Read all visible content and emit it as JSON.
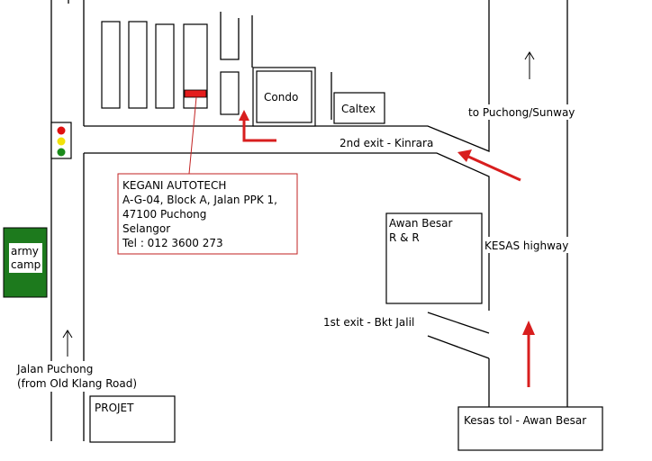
{
  "labels": {
    "condo": "Condo",
    "caltex": "Caltex",
    "to_puchong": "to Puchong/Sunway",
    "second_exit": "2nd exit - Kinrara",
    "kesas_highway": "KESAS highway",
    "awan_besar_rr_line1": "Awan Besar",
    "awan_besar_rr_line2": "R & R",
    "first_exit": "1st exit - Bkt Jalil",
    "army_camp_line1": "army",
    "army_camp_line2": "camp",
    "jalan_puchong_line1": "Jalan Puchong",
    "jalan_puchong_line2": "(from Old Klang Road)",
    "projet": "PROJET",
    "kesas_toll": "Kesas tol - Awan Besar"
  },
  "business": {
    "name": "KEGANI AUTOTECH",
    "address_line1": "A-G-04, Block A, Jalan PPK 1,",
    "address_line2": "47100 Puchong",
    "address_line3": "Selangor",
    "phone": "Tel : 012 3600 273"
  },
  "colors": {
    "route_arrow": "#d81e1e",
    "marker": "#e41c1c",
    "army_camp_fill": "#1d7a1d",
    "traffic_red": "#e01010",
    "traffic_yellow": "#f2e20a",
    "traffic_green": "#1a8a1a",
    "callout_border": "#c22222"
  }
}
